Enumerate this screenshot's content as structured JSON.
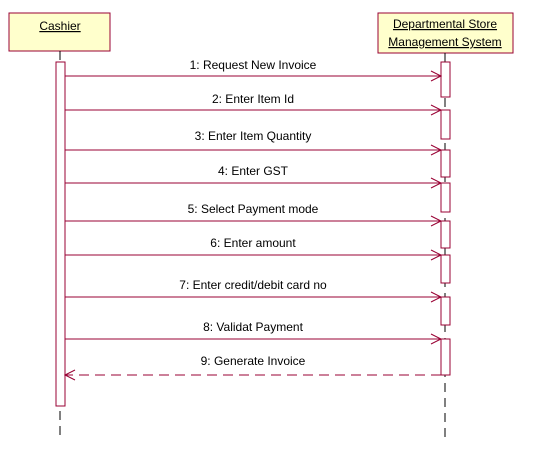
{
  "participants": [
    {
      "id": "cashier",
      "label_lines": [
        "Cashier"
      ]
    },
    {
      "id": "system",
      "label_lines": [
        "Departmental Store",
        "Management System"
      ]
    }
  ],
  "messages": [
    {
      "label": "1: Request New Invoice",
      "from": "cashier",
      "to": "system",
      "kind": "call"
    },
    {
      "label": "2: Enter Item Id",
      "from": "cashier",
      "to": "system",
      "kind": "call"
    },
    {
      "label": "3: Enter Item Quantity",
      "from": "cashier",
      "to": "system",
      "kind": "call"
    },
    {
      "label": "4: Enter GST",
      "from": "cashier",
      "to": "system",
      "kind": "call"
    },
    {
      "label": "5: Select Payment mode",
      "from": "cashier",
      "to": "system",
      "kind": "call"
    },
    {
      "label": "6: Enter amount",
      "from": "cashier",
      "to": "system",
      "kind": "call"
    },
    {
      "label": "7: Enter credit/debit card no",
      "from": "cashier",
      "to": "system",
      "kind": "call"
    },
    {
      "label": "8: Validat Payment",
      "from": "cashier",
      "to": "system",
      "kind": "call"
    },
    {
      "label": "9: Generate Invoice",
      "from": "system",
      "to": "cashier",
      "kind": "return"
    }
  ],
  "colors": {
    "actor_fill": "#ffffcc",
    "actor_border": "#990033",
    "message_line": "#990033",
    "activation_border": "#990033",
    "lifeline": "#000000",
    "text": "#000000"
  }
}
